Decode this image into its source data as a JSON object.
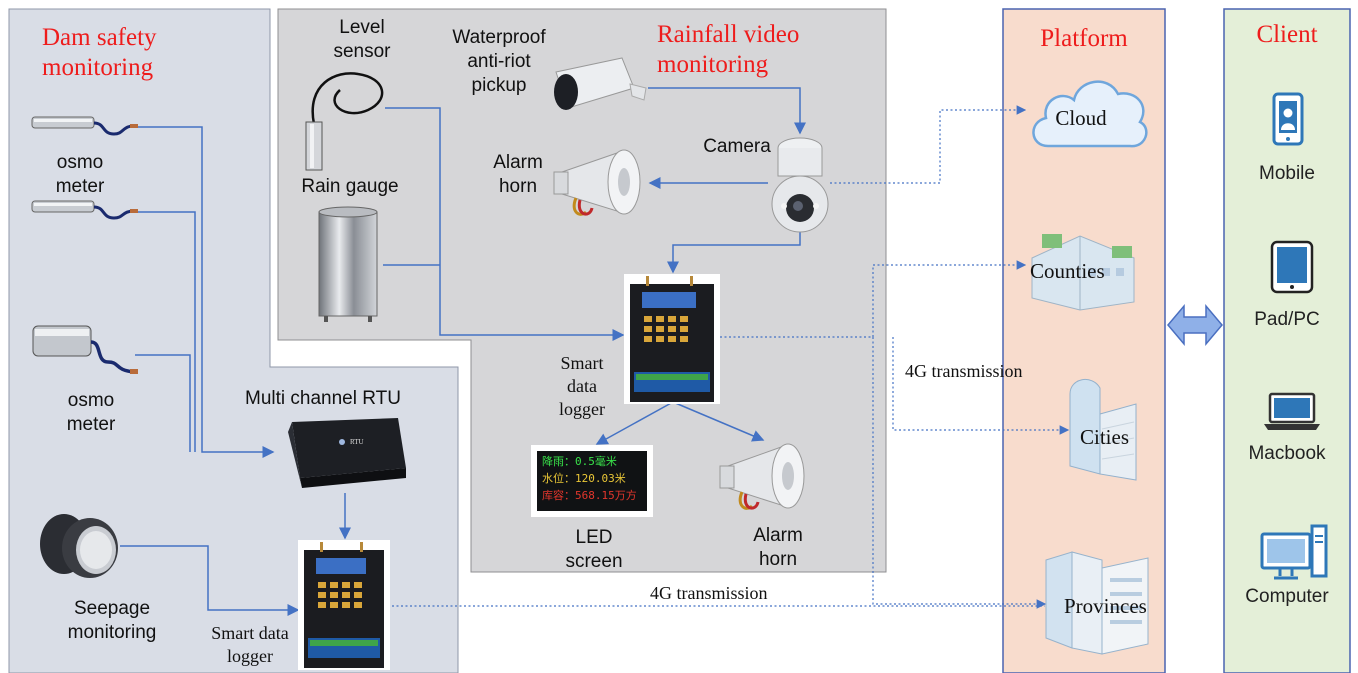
{
  "colors": {
    "panel_fill": "#d9dde6",
    "rain_panel_fill": "#d6d6d8",
    "platform_fill": "#f8dccd",
    "client_fill": "#e4efd8",
    "link_blue": "#4472c4",
    "title_red": "#ee1c1c",
    "arrow_blue": "#8fb0e8"
  },
  "dam": {
    "title_line1": "Dam safety",
    "title_line2": "monitoring",
    "osmo1_line1": "osmo",
    "osmo1_line2": "meter",
    "osmo2_line1": "osmo",
    "osmo2_line2": "meter",
    "rtu_label": "Multi channel RTU",
    "seepage_line1": "Seepage",
    "seepage_line2": "monitoring",
    "logger_line1": "Smart data",
    "logger_line2": "logger"
  },
  "rain": {
    "title_line1": "Rainfall video",
    "title_line2": "monitoring",
    "level_line1": "Level",
    "level_line2": "sensor",
    "pickup_line1": "Waterproof",
    "pickup_line2": "anti-riot",
    "pickup_line3": "pickup",
    "camera": "Camera",
    "horn1_line1": "Alarm",
    "horn1_line2": "horn",
    "gauge": "Rain gauge",
    "logger_line1": "Smart",
    "logger_line2": "data",
    "logger_line3": "logger",
    "led_line1": "LED",
    "led_line2": "screen",
    "horn2_line1": "Alarm",
    "horn2_line2": "horn",
    "led_row1": "降雨：0.5毫米",
    "led_row2": "水位：120.03米",
    "led_row3": "库容：568.15万方"
  },
  "transmission": {
    "label_upper": "4G transmission",
    "label_lower": "4G transmission"
  },
  "platform": {
    "title": "Platform",
    "nodes": [
      "Cloud",
      "Counties",
      "Cities",
      "Provinces"
    ]
  },
  "client": {
    "title": "Client",
    "items": [
      "Mobile",
      "Pad/PC",
      "Macbook",
      "Computer"
    ]
  }
}
